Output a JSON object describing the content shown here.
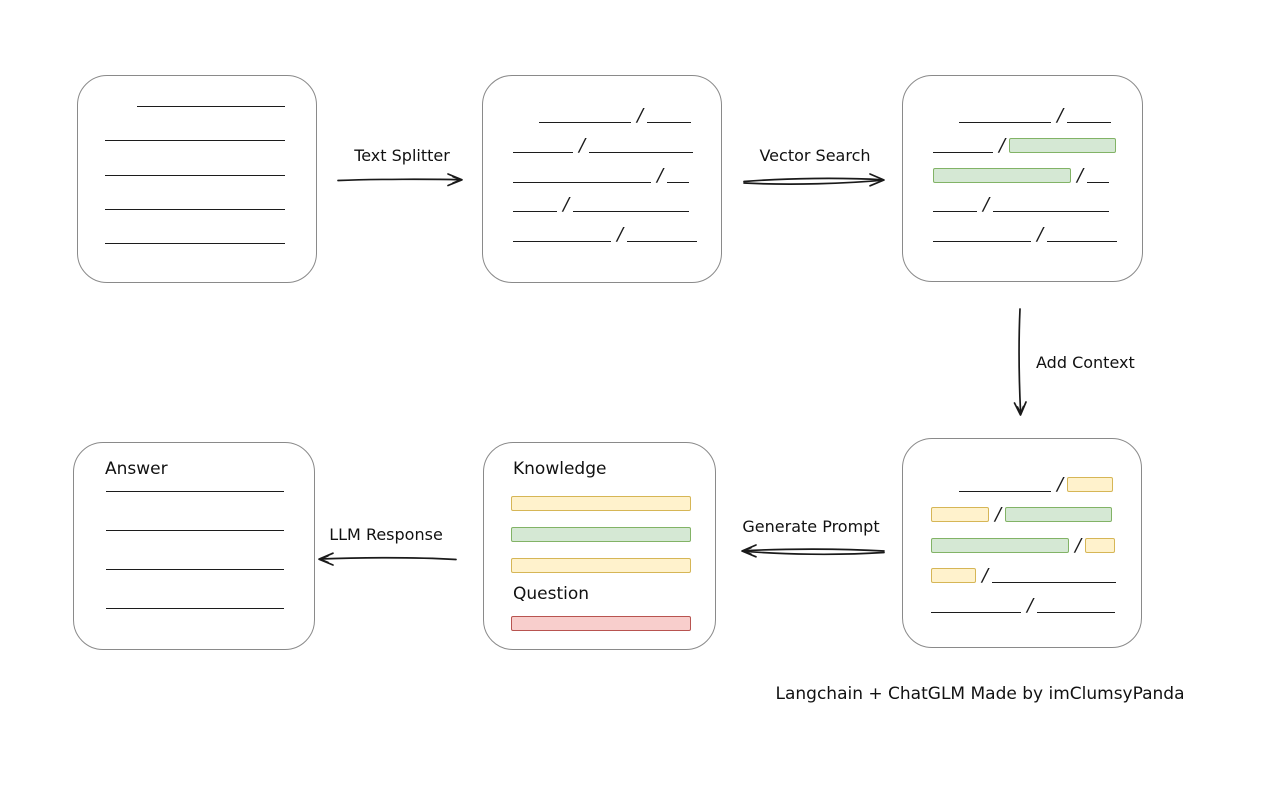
{
  "caption": "Langchain + ChatGLM Made by imClumsyPanda",
  "colors": {
    "green_fill": "#d5e8d4",
    "green_stroke": "#82b366",
    "yellow_fill": "#fff2cc",
    "yellow_stroke": "#d6b656",
    "red_fill": "#f8cecc",
    "red_stroke": "#b85450",
    "box_border": "#8a8a8a",
    "ink": "#1a1a1a"
  },
  "arrows": {
    "text_splitter": {
      "label": "Text Splitter"
    },
    "vector_search": {
      "label": "Vector Search"
    },
    "add_context": {
      "label": "Add Context"
    },
    "generate_prompt": {
      "label": "Generate Prompt"
    },
    "llm_response": {
      "label": "LLM Response"
    }
  },
  "boxes": {
    "document": {
      "rows": [
        [
          {
            "t": "indent",
            "w": 32
          },
          {
            "t": "line",
            "w": 148
          }
        ],
        [
          {
            "t": "line",
            "w": 180
          }
        ],
        [
          {
            "t": "line",
            "w": 180
          }
        ],
        [
          {
            "t": "line",
            "w": 180
          }
        ],
        [
          {
            "t": "line",
            "w": 180
          }
        ]
      ]
    },
    "chunks": {
      "rows": [
        [
          {
            "t": "indent",
            "w": 26
          },
          {
            "t": "line",
            "w": 92
          },
          {
            "t": "slash"
          },
          {
            "t": "line",
            "w": 44
          }
        ],
        [
          {
            "t": "line",
            "w": 60
          },
          {
            "t": "slash"
          },
          {
            "t": "line",
            "w": 104
          }
        ],
        [
          {
            "t": "line",
            "w": 138
          },
          {
            "t": "slash"
          },
          {
            "t": "line",
            "w": 22
          }
        ],
        [
          {
            "t": "line",
            "w": 44
          },
          {
            "t": "slash"
          },
          {
            "t": "line",
            "w": 116
          }
        ],
        [
          {
            "t": "line",
            "w": 98
          },
          {
            "t": "slash"
          },
          {
            "t": "line",
            "w": 70
          }
        ]
      ]
    },
    "matched": {
      "rows": [
        [
          {
            "t": "indent",
            "w": 26
          },
          {
            "t": "line",
            "w": 92
          },
          {
            "t": "slash"
          },
          {
            "t": "line",
            "w": 44
          }
        ],
        [
          {
            "t": "line",
            "w": 60
          },
          {
            "t": "slash"
          },
          {
            "t": "green",
            "w": 107
          }
        ],
        [
          {
            "t": "green",
            "w": 138
          },
          {
            "t": "slash"
          },
          {
            "t": "line",
            "w": 22
          }
        ],
        [
          {
            "t": "line",
            "w": 44
          },
          {
            "t": "slash"
          },
          {
            "t": "line",
            "w": 116
          }
        ],
        [
          {
            "t": "line",
            "w": 98
          },
          {
            "t": "slash"
          },
          {
            "t": "line",
            "w": 70
          }
        ]
      ]
    },
    "context": {
      "rows": [
        [
          {
            "t": "indent",
            "w": 28
          },
          {
            "t": "line",
            "w": 92
          },
          {
            "t": "slash"
          },
          {
            "t": "yellow",
            "w": 46
          }
        ],
        [
          {
            "t": "yellow",
            "w": 58
          },
          {
            "t": "slash"
          },
          {
            "t": "green",
            "w": 107
          }
        ],
        [
          {
            "t": "green",
            "w": 138
          },
          {
            "t": "slash"
          },
          {
            "t": "yellow",
            "w": 30
          }
        ],
        [
          {
            "t": "yellow",
            "w": 45
          },
          {
            "t": "slash"
          },
          {
            "t": "line",
            "w": 124
          }
        ],
        [
          {
            "t": "line",
            "w": 90
          },
          {
            "t": "slash"
          },
          {
            "t": "line",
            "w": 78
          }
        ]
      ]
    },
    "prompt": {
      "knowledge_label": "Knowledge",
      "question_label": "Question",
      "knowledge_bars": [
        {
          "c": "yellow"
        },
        {
          "c": "green"
        },
        {
          "c": "yellow"
        }
      ],
      "question_bars": [
        {
          "c": "red"
        }
      ]
    },
    "answer": {
      "label": "Answer",
      "rows": [
        [
          {
            "t": "line",
            "w": 180
          }
        ],
        [
          {
            "t": "line",
            "w": 180
          }
        ],
        [
          {
            "t": "line",
            "w": 180
          }
        ],
        [
          {
            "t": "line",
            "w": 180
          }
        ]
      ]
    }
  }
}
